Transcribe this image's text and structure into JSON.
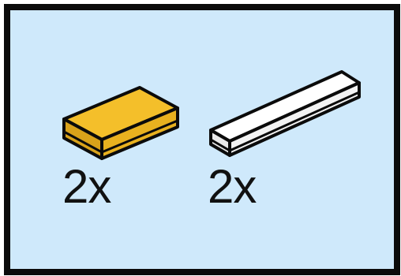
{
  "parts": [
    {
      "name": "yellow-1x2-tile",
      "color": "#f4bf2a",
      "color_dark": "#c8960a",
      "quantity_label": "2x"
    },
    {
      "name": "white-1x4-tile",
      "color": "#ffffff",
      "color_dark": "#e6e6e6",
      "quantity_label": "2x"
    }
  ],
  "panel": {
    "background": "#cfe9fb",
    "border_color": "#0b0b0b"
  }
}
